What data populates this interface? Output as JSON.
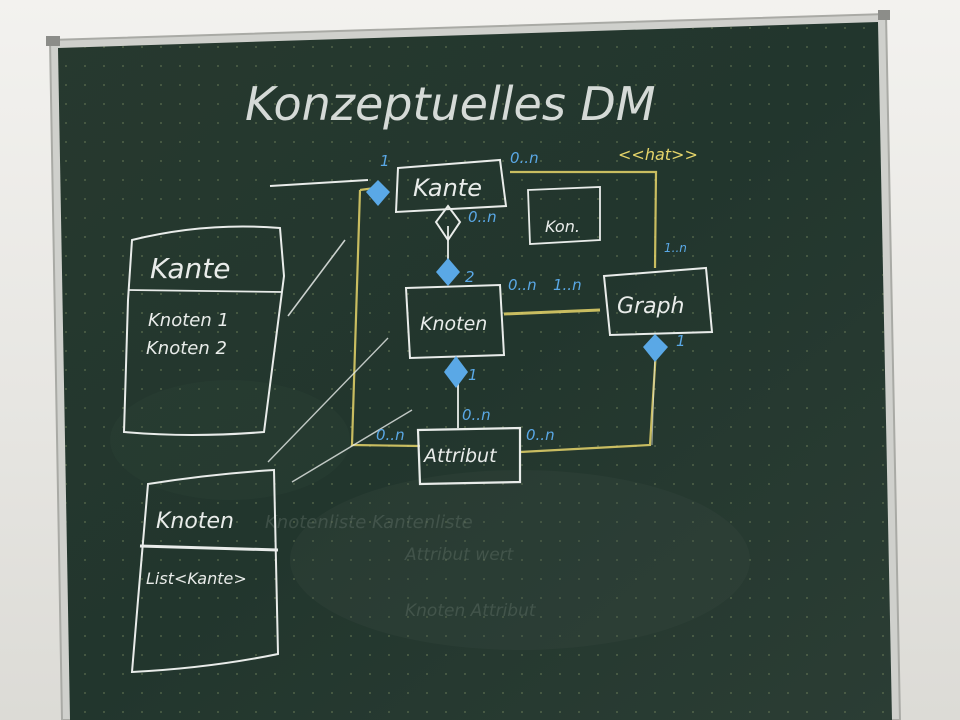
{
  "board": {
    "title": "Konzeptuelles DM"
  },
  "classes": {
    "kante": "Kante",
    "knoten": "Knoten",
    "graph": "Graph",
    "attribut": "Attribut",
    "kon": "Kon."
  },
  "multiplicities": {
    "kante_top_left": "1",
    "kante_top_right": "0..n",
    "kante_diamond": "0..n",
    "knoten_top": "2",
    "knoten_right_a": "0..n",
    "knoten_right_b": "1..n",
    "graph_top": "1..n",
    "graph_bottom": "1",
    "knoten_bottom": "1",
    "attribut_top": "0..n",
    "attribut_left": "0..n",
    "attribut_right": "0..n"
  },
  "stereotype": "<<hat>>",
  "kante_box": {
    "name": "Kante",
    "attrs": [
      "Knoten 1",
      "Knoten 2"
    ]
  },
  "knoten_box": {
    "name": "Knoten",
    "attrs": [
      "List<Kante>"
    ]
  },
  "colors": {
    "board": "#23372e",
    "chalk": "#e9ecea",
    "blue_chalk": "#5aa8e6",
    "yellow_chalk": "#e6d56a",
    "frame": "#cfd0cc"
  }
}
